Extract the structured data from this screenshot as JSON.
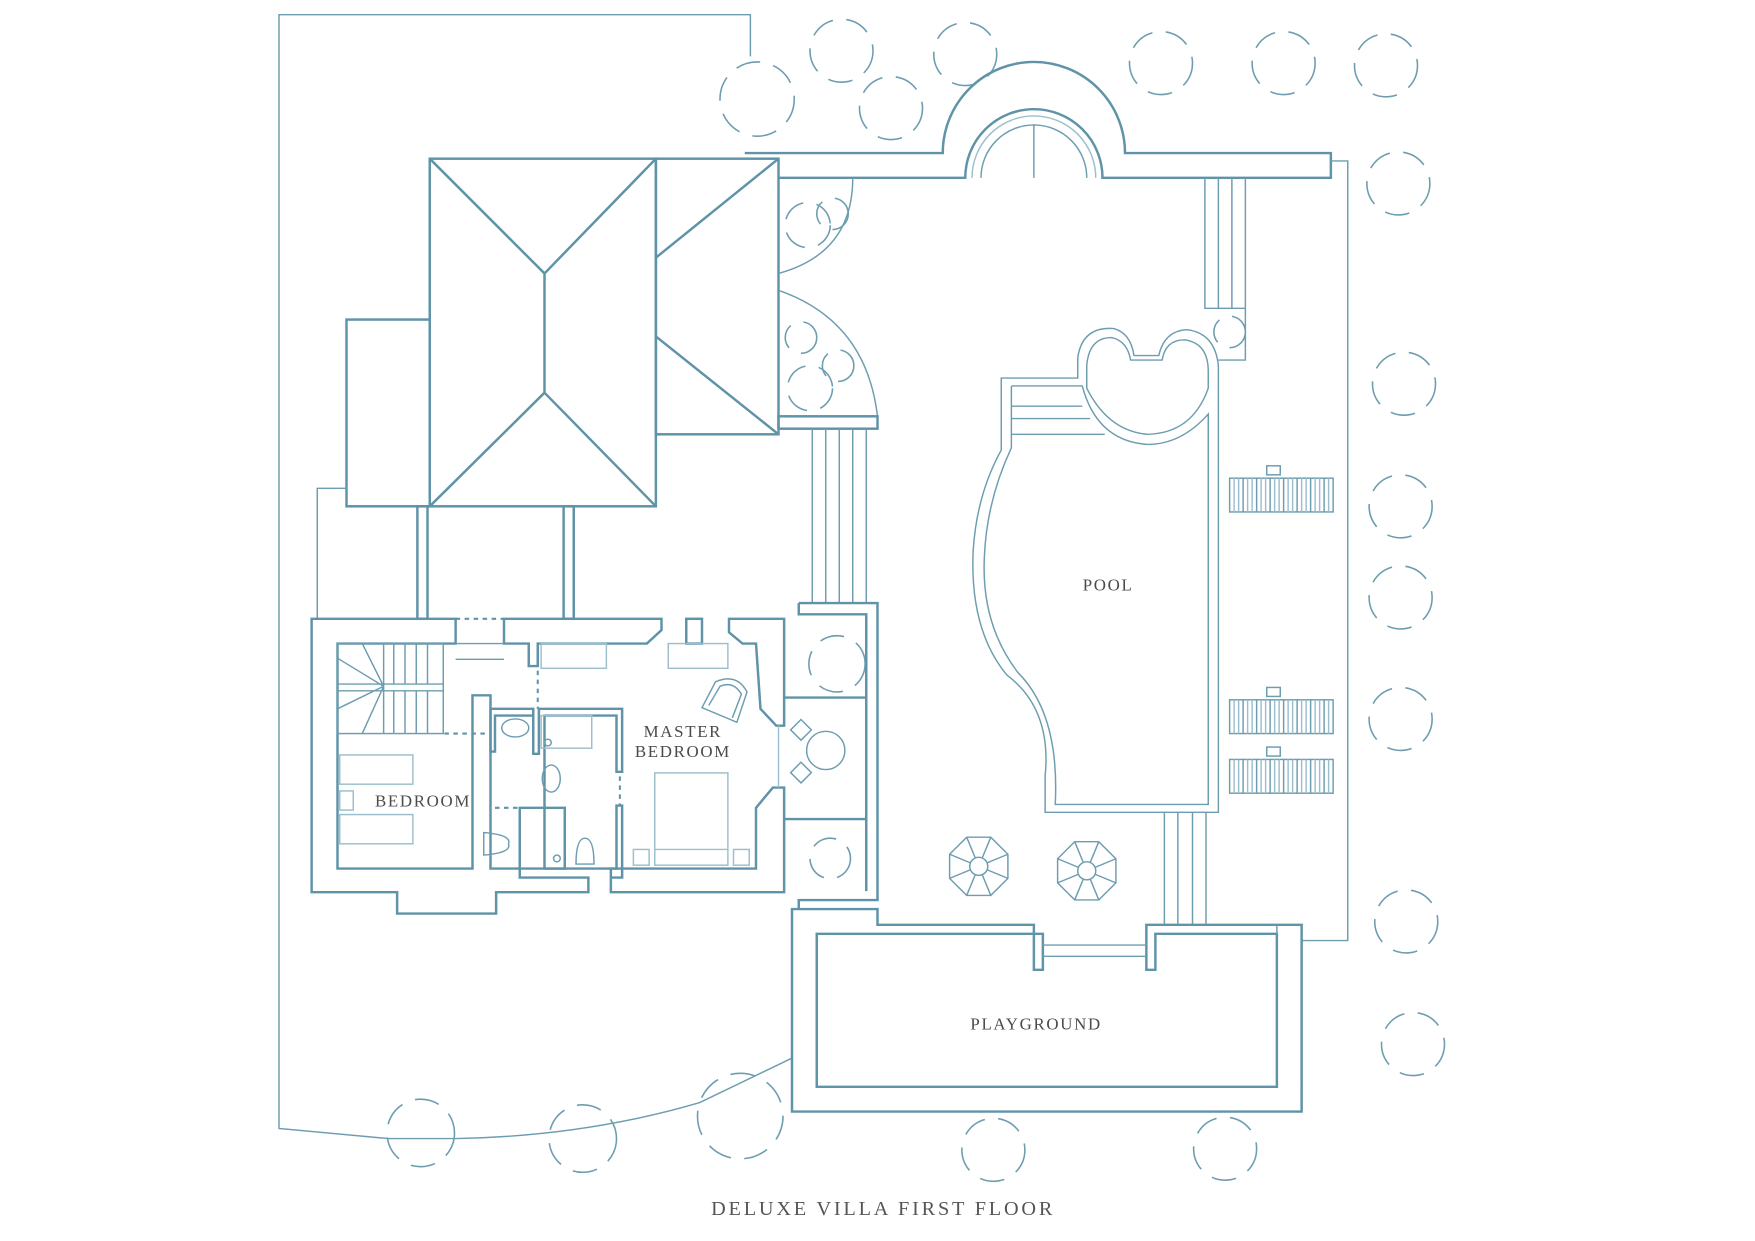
{
  "plan": {
    "title": "DELUXE VILLA FIRST FLOOR",
    "rooms": {
      "pool": "POOL",
      "playground": "PLAYGROUND",
      "master_bedroom_line1": "MASTER",
      "master_bedroom_line2": "BEDROOM",
      "bedroom": "BEDROOM"
    },
    "colors": {
      "line": "#5f93a8",
      "text": "#4a4a4a"
    }
  }
}
